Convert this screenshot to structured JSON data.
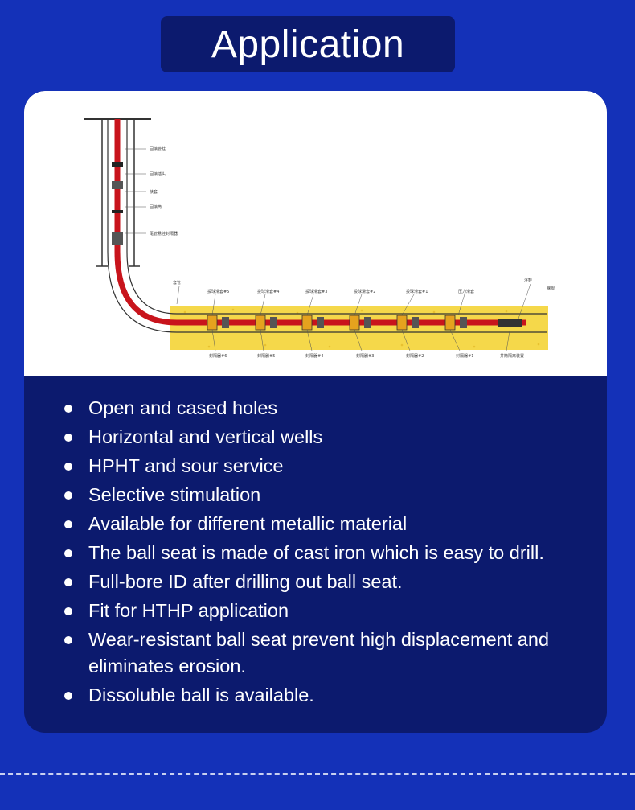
{
  "header": {
    "title": "Application"
  },
  "diagram": {
    "labels_top": [
      "回接管柱",
      "回接插头",
      "扶套",
      "回接筒",
      "尾管悬挂封隔器"
    ],
    "labels_upper_row": [
      "套管",
      "投球滑套#5",
      "投球滑套#4",
      "投球滑套#3",
      "投球滑套#2",
      "投球滑套#1",
      "压力滑套",
      "浮鞋",
      "裸眼"
    ],
    "labels_lower_row": [
      "封隔器#6",
      "封隔器#5",
      "封隔器#4",
      "封隔器#3",
      "封隔器#2",
      "封隔器#1",
      "井筒隔离装置"
    ],
    "colors": {
      "tubing": "#c8141c",
      "formation": "#f5d84a",
      "casing": "#333333"
    }
  },
  "applications": [
    "Open and cased holes",
    "Horizontal and vertical wells",
    "HPHT and sour service",
    "Selective stimulation",
    "Available for different metallic material",
    "The ball seat is made of cast iron which is easy to drill.",
    "Full-bore ID after drilling out ball seat.",
    "Fit for HTHP application",
    "Wear-resistant ball seat prevent high displacement and eliminates erosion.",
    "Dissoluble ball is available."
  ]
}
